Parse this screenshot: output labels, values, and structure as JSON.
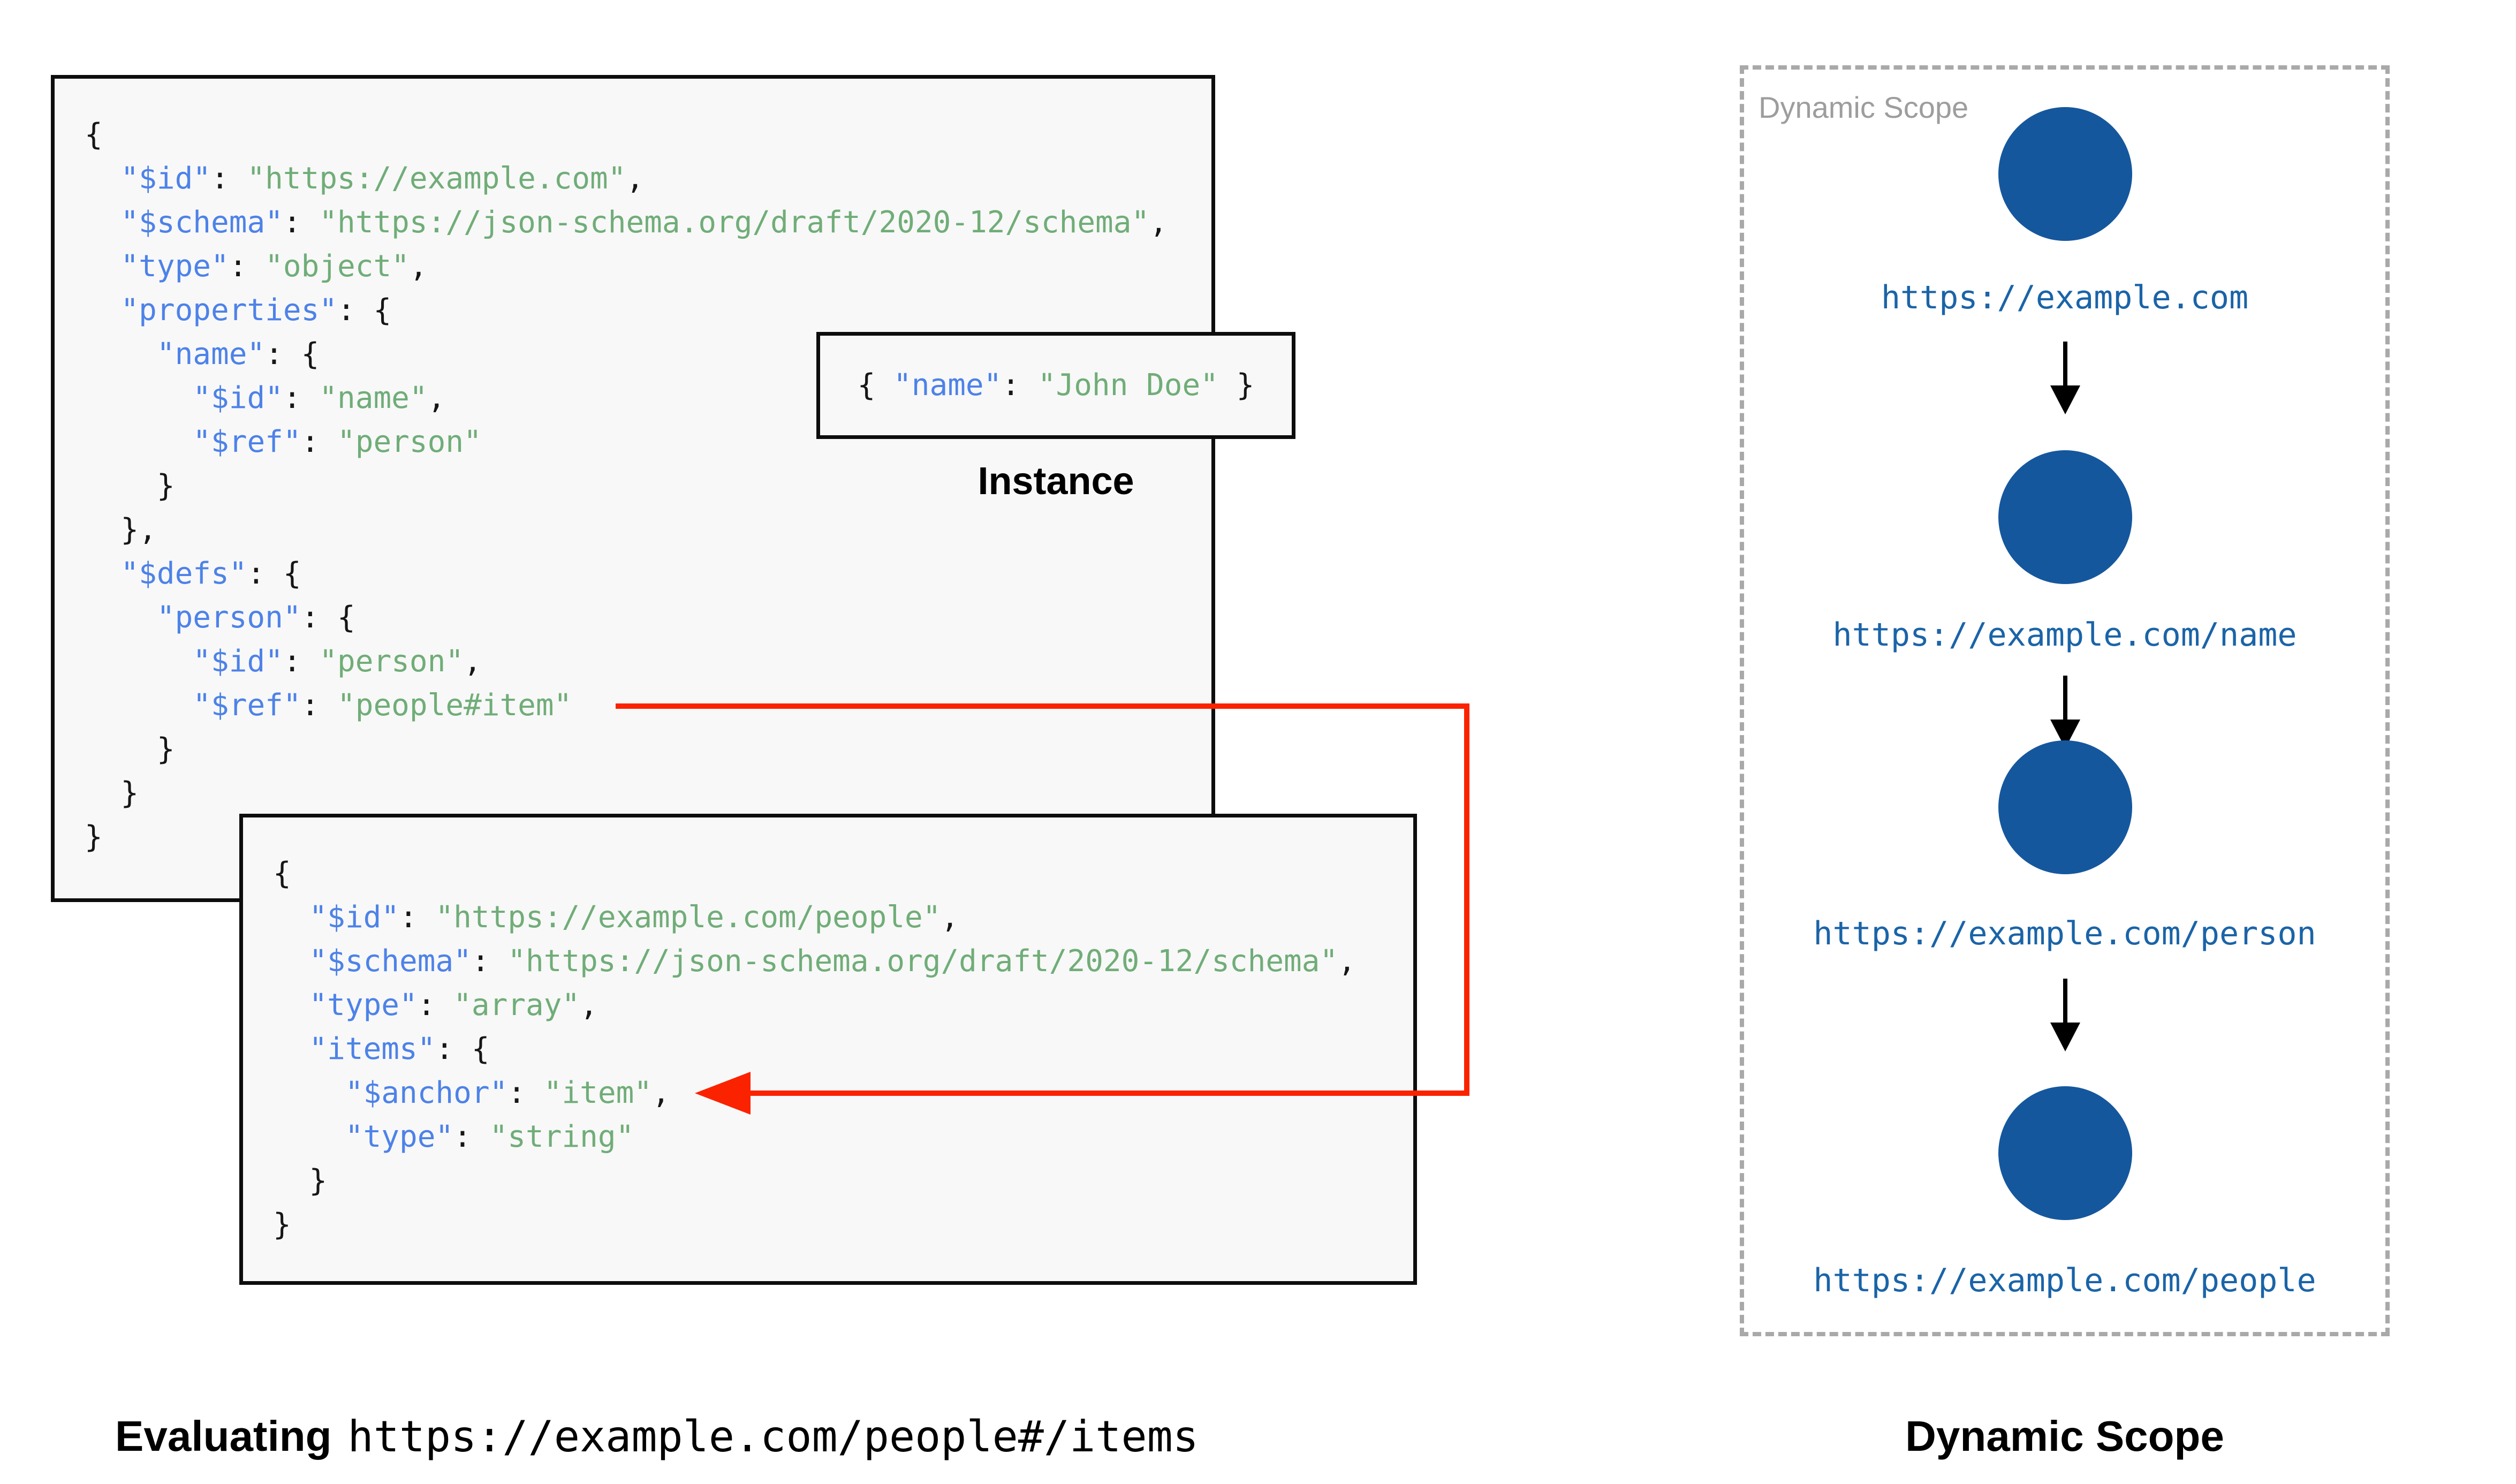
{
  "colors": {
    "key_blue": "#4d82e8",
    "value_green": "#70ad78",
    "node_blue": "#15579d",
    "link_blue": "#1a64a8",
    "arrow_red": "#fb2200",
    "scope_border": "#a9a9a9",
    "scope_title": "#9d9d9d",
    "panel_bg": "#f8f8f8",
    "border_black": "#0d0d0d"
  },
  "schema_root": {
    "lines": [
      [
        {
          "c": "p",
          "t": "{"
        }
      ],
      [
        {
          "c": "p",
          "t": "  "
        },
        {
          "c": "k",
          "t": "\"$id\""
        },
        {
          "c": "p",
          "t": ": "
        },
        {
          "c": "v",
          "t": "\"https://example.com\""
        },
        {
          "c": "p",
          "t": ","
        }
      ],
      [
        {
          "c": "p",
          "t": "  "
        },
        {
          "c": "k",
          "t": "\"$schema\""
        },
        {
          "c": "p",
          "t": ": "
        },
        {
          "c": "v",
          "t": "\"https://json-schema.org/draft/2020-12/schema\""
        },
        {
          "c": "p",
          "t": ","
        }
      ],
      [
        {
          "c": "p",
          "t": "  "
        },
        {
          "c": "k",
          "t": "\"type\""
        },
        {
          "c": "p",
          "t": ": "
        },
        {
          "c": "v",
          "t": "\"object\""
        },
        {
          "c": "p",
          "t": ","
        }
      ],
      [
        {
          "c": "p",
          "t": "  "
        },
        {
          "c": "k",
          "t": "\"properties\""
        },
        {
          "c": "p",
          "t": ": {"
        }
      ],
      [
        {
          "c": "p",
          "t": "    "
        },
        {
          "c": "k",
          "t": "\"name\""
        },
        {
          "c": "p",
          "t": ": {"
        }
      ],
      [
        {
          "c": "p",
          "t": "      "
        },
        {
          "c": "k",
          "t": "\"$id\""
        },
        {
          "c": "p",
          "t": ": "
        },
        {
          "c": "v",
          "t": "\"name\""
        },
        {
          "c": "p",
          "t": ","
        }
      ],
      [
        {
          "c": "p",
          "t": "      "
        },
        {
          "c": "k",
          "t": "\"$ref\""
        },
        {
          "c": "p",
          "t": ": "
        },
        {
          "c": "v",
          "t": "\"person\""
        }
      ],
      [
        {
          "c": "p",
          "t": "    }"
        }
      ],
      [
        {
          "c": "p",
          "t": "  },"
        }
      ],
      [
        {
          "c": "p",
          "t": "  "
        },
        {
          "c": "k",
          "t": "\"$defs\""
        },
        {
          "c": "p",
          "t": ": {"
        }
      ],
      [
        {
          "c": "p",
          "t": "    "
        },
        {
          "c": "k",
          "t": "\"person\""
        },
        {
          "c": "p",
          "t": ": {"
        }
      ],
      [
        {
          "c": "p",
          "t": "      "
        },
        {
          "c": "k",
          "t": "\"$id\""
        },
        {
          "c": "p",
          "t": ": "
        },
        {
          "c": "v",
          "t": "\"person\""
        },
        {
          "c": "p",
          "t": ","
        }
      ],
      [
        {
          "c": "p",
          "t": "      "
        },
        {
          "c": "k",
          "t": "\"$ref\""
        },
        {
          "c": "p",
          "t": ": "
        },
        {
          "c": "v",
          "t": "\"people#item\""
        }
      ],
      [
        {
          "c": "p",
          "t": "    }"
        }
      ],
      [
        {
          "c": "p",
          "t": "  }"
        }
      ],
      [
        {
          "c": "p",
          "t": "}"
        }
      ]
    ]
  },
  "instance": {
    "label": "Instance",
    "lines": [
      [
        {
          "c": "p",
          "t": "{ "
        },
        {
          "c": "k",
          "t": "\"name\""
        },
        {
          "c": "p",
          "t": ": "
        },
        {
          "c": "v",
          "t": "\"John Doe\""
        },
        {
          "c": "p",
          "t": " }"
        }
      ]
    ]
  },
  "schema_people": {
    "lines": [
      [
        {
          "c": "p",
          "t": "{"
        }
      ],
      [
        {
          "c": "p",
          "t": "  "
        },
        {
          "c": "k",
          "t": "\"$id\""
        },
        {
          "c": "p",
          "t": ": "
        },
        {
          "c": "v",
          "t": "\"https://example.com/people\""
        },
        {
          "c": "p",
          "t": ","
        }
      ],
      [
        {
          "c": "p",
          "t": "  "
        },
        {
          "c": "k",
          "t": "\"$schema\""
        },
        {
          "c": "p",
          "t": ": "
        },
        {
          "c": "v",
          "t": "\"https://json-schema.org/draft/2020-12/schema\""
        },
        {
          "c": "p",
          "t": ","
        }
      ],
      [
        {
          "c": "p",
          "t": "  "
        },
        {
          "c": "k",
          "t": "\"type\""
        },
        {
          "c": "p",
          "t": ": "
        },
        {
          "c": "v",
          "t": "\"array\""
        },
        {
          "c": "p",
          "t": ","
        }
      ],
      [
        {
          "c": "p",
          "t": "  "
        },
        {
          "c": "k",
          "t": "\"items\""
        },
        {
          "c": "p",
          "t": ": {"
        }
      ],
      [
        {
          "c": "p",
          "t": "    "
        },
        {
          "c": "k",
          "t": "\"$anchor\""
        },
        {
          "c": "p",
          "t": ": "
        },
        {
          "c": "v",
          "t": "\"item\""
        },
        {
          "c": "p",
          "t": ","
        }
      ],
      [
        {
          "c": "p",
          "t": "    "
        },
        {
          "c": "k",
          "t": "\"type\""
        },
        {
          "c": "p",
          "t": ": "
        },
        {
          "c": "v",
          "t": "\"string\""
        }
      ],
      [
        {
          "c": "p",
          "t": "  }"
        }
      ],
      [
        {
          "c": "p",
          "t": "}"
        }
      ]
    ]
  },
  "scope": {
    "title": "Dynamic Scope",
    "nodes": [
      {
        "label": "https://example.com"
      },
      {
        "label": "https://example.com/name"
      },
      {
        "label": "https://example.com/person"
      },
      {
        "label": "https://example.com/people"
      }
    ]
  },
  "captions": {
    "evaluating_prefix": "Evaluating",
    "evaluating_uri": "https://example.com/people#/items",
    "scope_caption": "Dynamic Scope"
  }
}
